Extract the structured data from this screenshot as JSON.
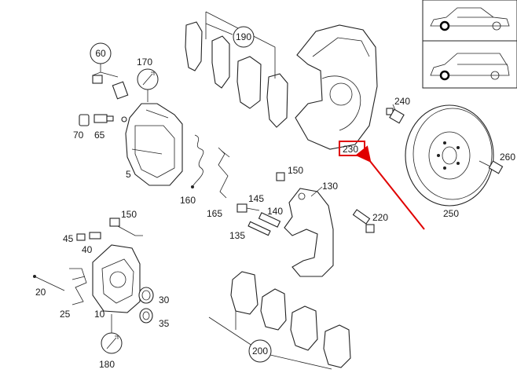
{
  "labels": {
    "p5": "5",
    "p10": "10",
    "p20": "20",
    "p25": "25",
    "p30": "30",
    "p35": "35",
    "p40": "40",
    "p45": "45",
    "p60": "60",
    "p65": "65",
    "p70": "70",
    "p130": "130",
    "p135": "135",
    "p140": "140",
    "p145": "145",
    "p150a": "150",
    "p150b": "150",
    "p160": "160",
    "p165": "165",
    "p170": "170",
    "p180": "180",
    "p190": "190",
    "p200": "200",
    "p220": "220",
    "p230": "230",
    "p240": "240",
    "p250": "250",
    "p260": "260"
  },
  "highlight": {
    "part": "230",
    "color": "#e00000"
  },
  "vehicle_icons": [
    "sedan-icon",
    "estate-wagon-icon"
  ]
}
